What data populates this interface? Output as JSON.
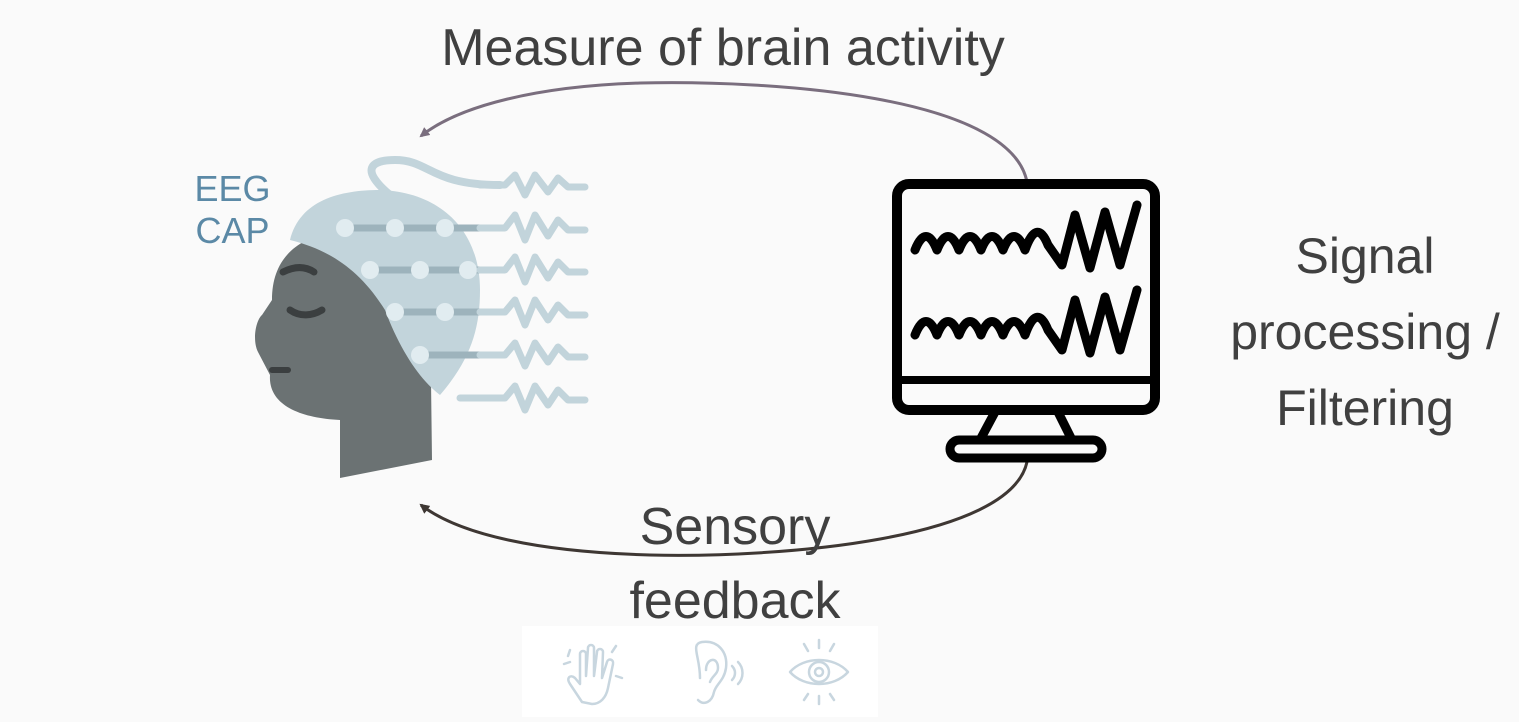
{
  "title": "Measure of brain activity",
  "processing": {
    "line1": "Signal",
    "line2": "processing /",
    "line3": "Filtering"
  },
  "feedback": {
    "line1": "Sensory",
    "line2": "feedback"
  },
  "eeg_cap": {
    "line1": "EEG",
    "line2": "CAP"
  },
  "colors": {
    "top_arrow": "#7a6e7e",
    "bottom_arrow": "#3e3733",
    "cap": "#c2d4db",
    "head": "#6b7273",
    "eeg_text": "#5b89a6",
    "sense_icons": "#c8d6df"
  },
  "icons": [
    "eeg-head-icon",
    "monitor-icon",
    "hand-icon",
    "ear-icon",
    "eye-icon"
  ]
}
